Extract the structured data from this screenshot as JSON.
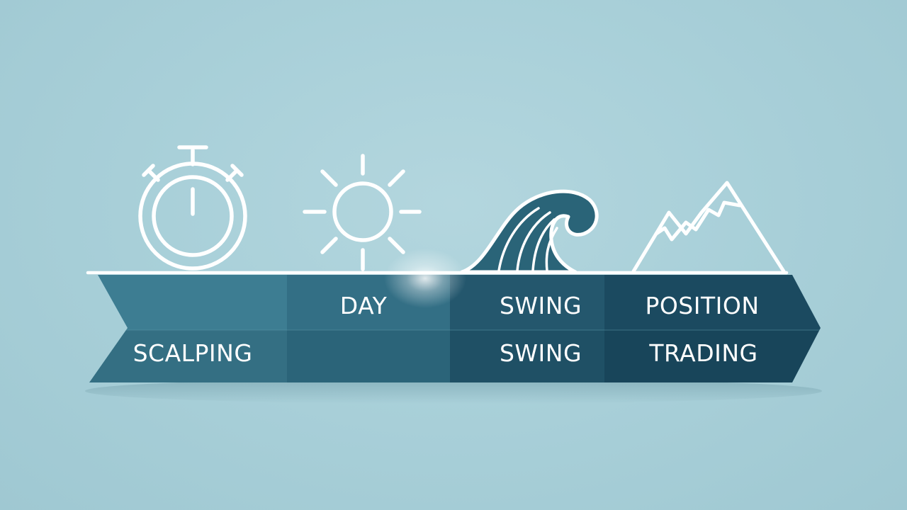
{
  "background_color": "#a9d0d9",
  "colors": {
    "icon_stroke": "#ffffff",
    "segment_scalping": "#3d7d92",
    "segment_day": "#336f85",
    "segment_swing": "#24576d",
    "segment_position": "#1b4a60",
    "wave_fill": "#2a6478"
  },
  "stages": [
    {
      "id": "scalping",
      "icon": "stopwatch-icon",
      "label_lines": [
        "",
        "SCALPING"
      ]
    },
    {
      "id": "day",
      "icon": "sun-icon",
      "label_lines": [
        "DAY",
        ""
      ]
    },
    {
      "id": "swing",
      "icon": "wave-icon",
      "label_lines": [
        "SWING",
        "SWING"
      ]
    },
    {
      "id": "position",
      "icon": "mountain-icon",
      "label_lines": [
        "POSITION",
        "TRADING"
      ]
    }
  ]
}
